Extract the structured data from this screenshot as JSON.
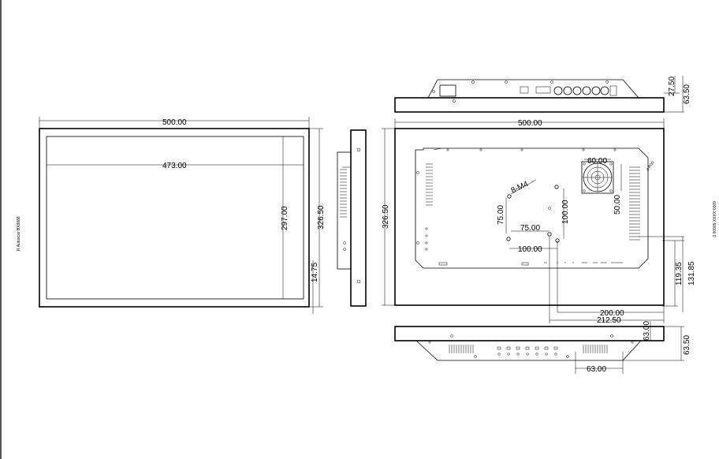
{
  "front": {
    "width": "500.00",
    "inner_width": "473.00",
    "inner_height": "297.00",
    "height": "326.50",
    "bottom_margin": "14.75",
    "side_note": "R Autoscar BX8888"
  },
  "rear": {
    "width": "500.00",
    "height": "326.50",
    "holes_label": "8-M4",
    "vesa_small_h": "75.00",
    "vesa_small_v": "75.00",
    "vesa_large_h": "100.00",
    "vesa_large_v": "100.00",
    "fan_w": "60.00",
    "fan_h": "50.00",
    "mount_h1": "119.35",
    "mount_h2": "131.85",
    "mount_w1": "200.00",
    "mount_w2": "212.50",
    "corner_note": "4-R30"
  },
  "top_view": {
    "depth1": "27.50",
    "depth2": "63.50"
  },
  "bottom_view": {
    "depth1": "63.00",
    "depth2": "63.50",
    "vent_w": "63.00"
  },
  "right_note": "6000-XXXX 50000.0"
}
